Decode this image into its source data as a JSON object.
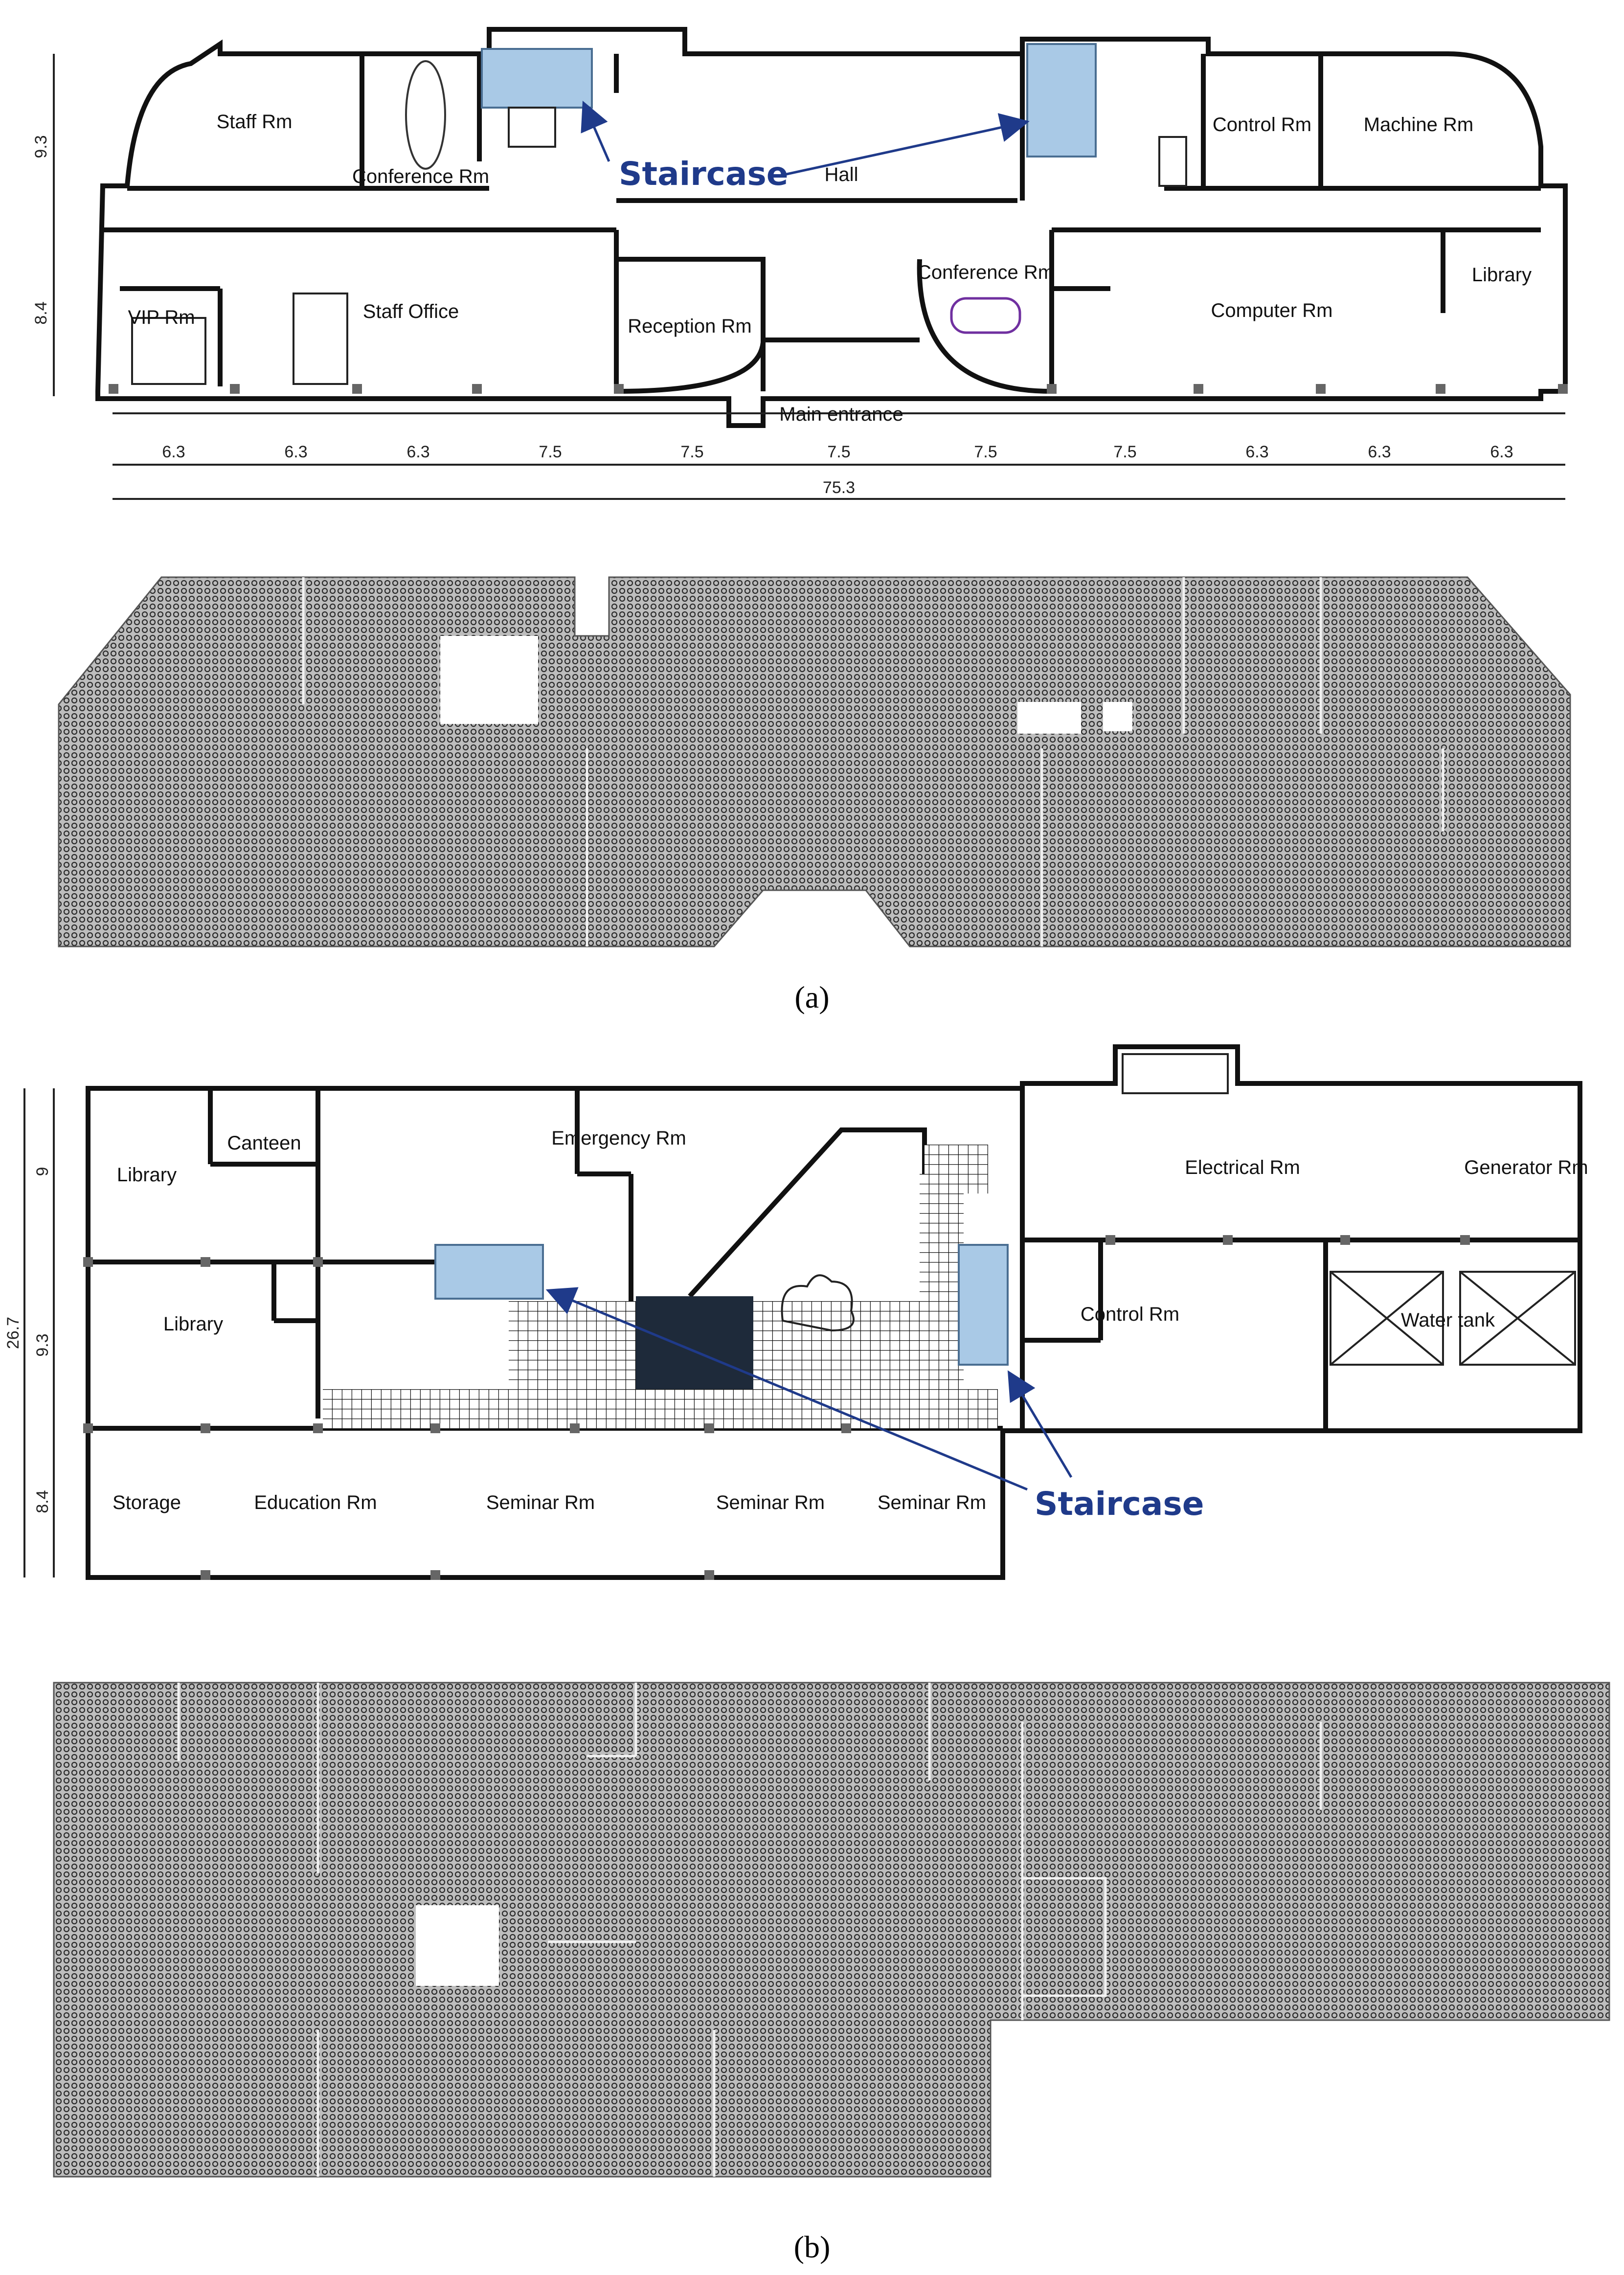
{
  "panel_a": {
    "rooms": [
      "Staff Rm",
      "Conference Rm",
      "Hall",
      "Control Rm",
      "Machine Rm",
      "VIP Rm",
      "Staff Office",
      "Reception Rm",
      "Conference Rm",
      "Computer Rm",
      "Library",
      "Main entrance"
    ],
    "staircase_label": "Staircase",
    "dims_bottom": [
      "6.3",
      "6.3",
      "6.3",
      "7.5",
      "7.5",
      "7.5",
      "7.5",
      "7.5",
      "6.3",
      "6.3",
      "6.3"
    ],
    "dim_total": "75.3",
    "dims_left": [
      "9.3",
      "8.4"
    ],
    "caption": "(a)"
  },
  "panel_b": {
    "rooms": [
      "Library",
      "Canteen",
      "Emergency Rm",
      "Electrical Rm",
      "Generator Rm",
      "Library",
      "Control Rm",
      "Water tank",
      "Storage",
      "Education Rm",
      "Seminar Rm",
      "Seminar Rm",
      "Seminar Rm"
    ],
    "staircase_label": "Staircase",
    "dims_left": [
      "9",
      "9.3",
      "8.4"
    ],
    "dim_total_left": "26.7",
    "caption": "(b)"
  }
}
